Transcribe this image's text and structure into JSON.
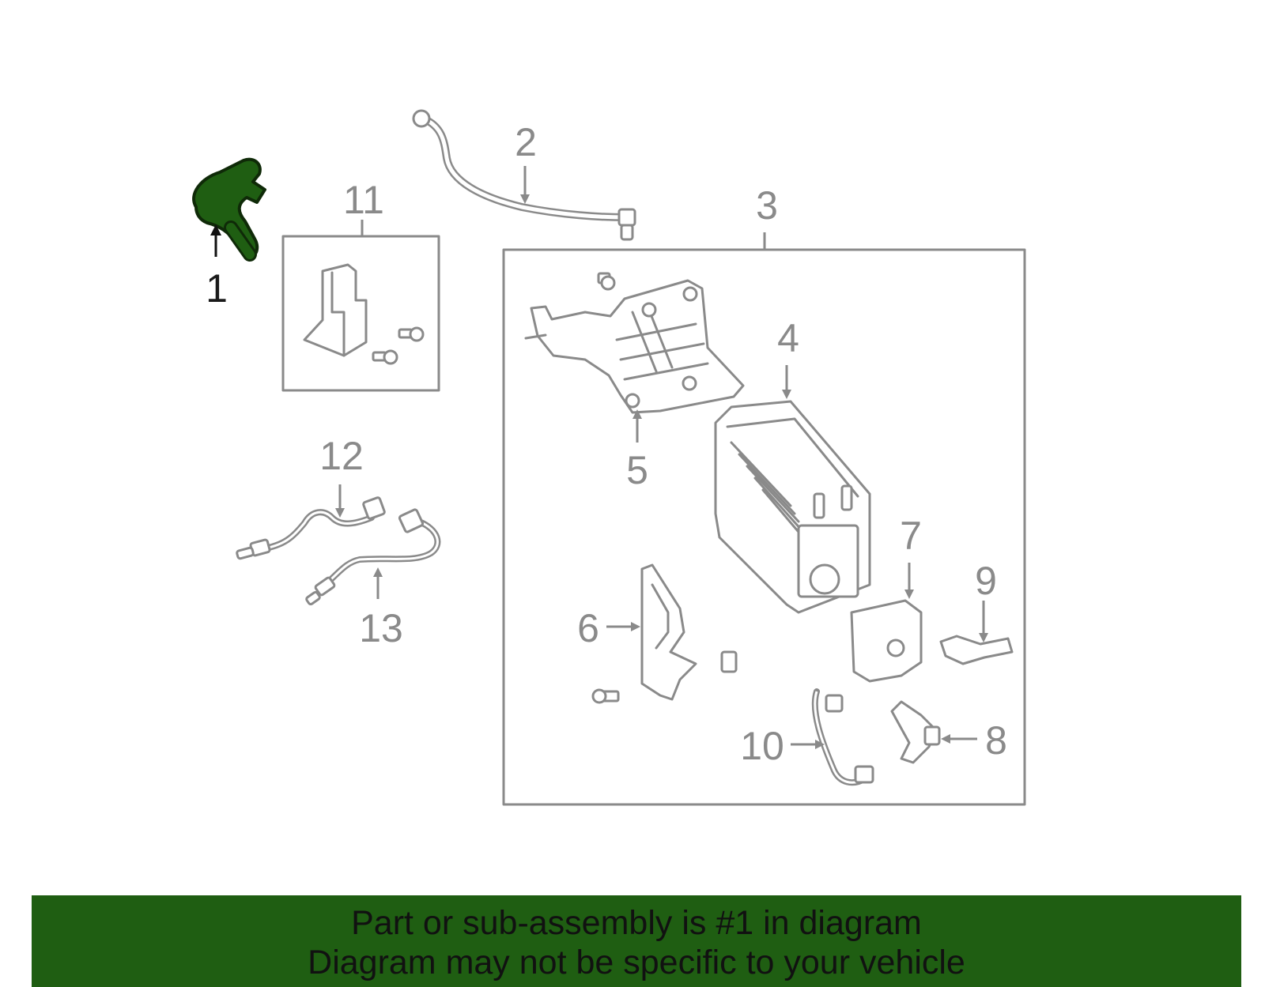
{
  "diagram": {
    "highlight_color": "#1f5e12",
    "callouts": {
      "c1": "1",
      "c2": "2",
      "c3": "3",
      "c4": "4",
      "c5": "5",
      "c6": "6",
      "c7": "7",
      "c8": "8",
      "c9": "9",
      "c10": "10",
      "c11": "11",
      "c12": "12",
      "c13": "13"
    }
  },
  "banner": {
    "line1": "Part or sub-assembly is #1 in diagram",
    "line2": "Diagram may not be specific to your vehicle"
  }
}
